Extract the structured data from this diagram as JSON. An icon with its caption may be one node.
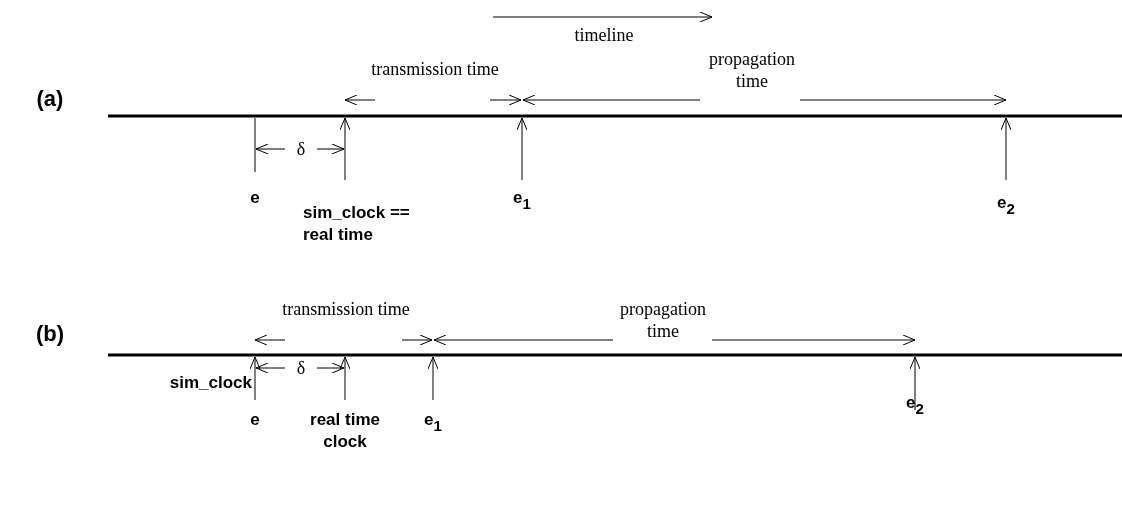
{
  "diagram": {
    "labels": [
      "timeline",
      "(a)",
      "transmission time",
      "propagation time",
      "δ",
      "e",
      "sim_clock == real time",
      "e$_{1}$",
      "e$_{2}$",
      "(b)",
      "transmission time",
      "propagation time",
      "δ",
      "sim_clock",
      "e",
      "real time clock",
      "e$_{1}$",
      "e$_{2}$"
    ]
  }
}
